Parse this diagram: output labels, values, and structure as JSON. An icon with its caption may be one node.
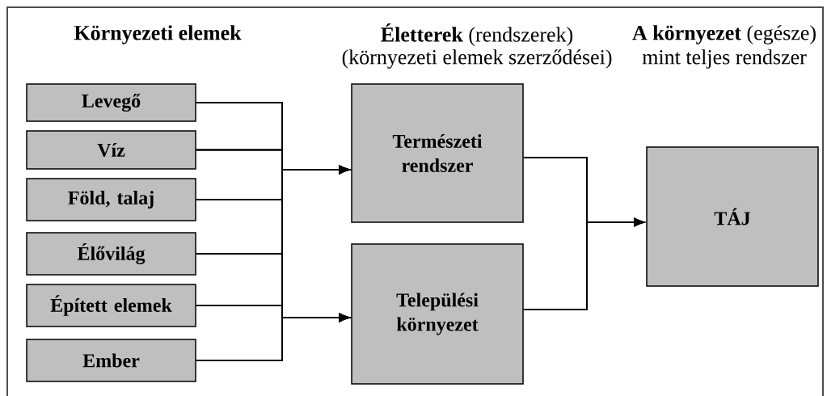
{
  "diagram": {
    "nodes": [
      {
        "text": [
          "Levegő"
        ]
      },
      {
        "text": [
          "Víz"
        ]
      },
      {
        "text": [
          "Föld, talaj"
        ]
      },
      {
        "text": [
          "Élővilág"
        ]
      },
      {
        "text": [
          "Épített elemek"
        ]
      },
      {
        "text": [
          "Ember"
        ]
      },
      {
        "text": [
          "Természeti rendszer"
        ]
      },
      {
        "text": [
          "Települési környezet"
        ]
      },
      {
        "text": [
          "TÁJ"
        ]
      }
    ],
    "edges": [
      {
        "from": 0,
        "to": 6,
        "arrow": "to"
      },
      {
        "from": 1,
        "to": 6,
        "arrow": "to"
      },
      {
        "from": 2,
        "to": 6,
        "arrow": "to"
      },
      {
        "from": 3,
        "to": 6,
        "arrow": "to"
      },
      {
        "from": 4,
        "to": 6,
        "arrow": "to"
      },
      {
        "from": 5,
        "to": 6,
        "arrow": "to"
      },
      {
        "from": 0,
        "to": 7,
        "arrow": "to"
      },
      {
        "from": 1,
        "to": 7,
        "arrow": "to"
      },
      {
        "from": 2,
        "to": 7,
        "arrow": "to"
      },
      {
        "from": 3,
        "to": 7,
        "arrow": "to"
      },
      {
        "from": 4,
        "to": 7,
        "arrow": "to"
      },
      {
        "from": 5,
        "to": 7,
        "arrow": "to"
      },
      {
        "from": 6,
        "to": 8,
        "arrow": "to"
      },
      {
        "from": 7,
        "to": 8,
        "arrow": "to"
      }
    ],
    "labels": [
      "Környezeti elemek",
      "**Életterek** (rendszerek)",
      "(környezeti elemek szerződései)",
      "**A környezet** (egésze)",
      "mint teljes rendszer"
    ]
  }
}
